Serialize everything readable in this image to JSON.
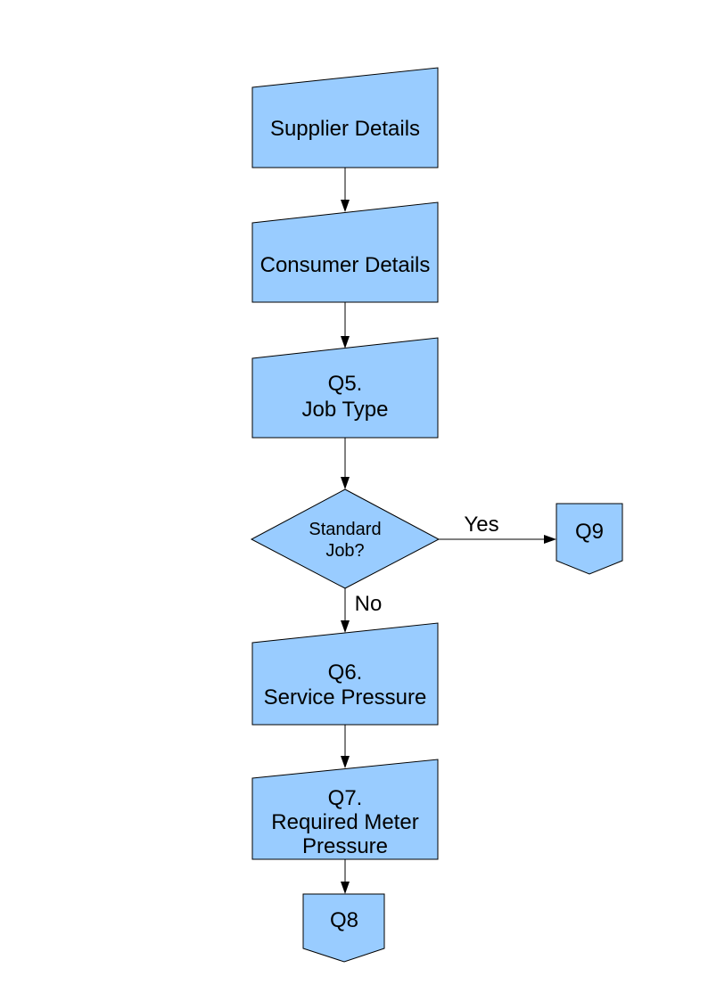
{
  "page": {
    "background_color": "#FFFFFF"
  },
  "flowchart": {
    "style": {
      "shape_fill": "#99CCFF",
      "shape_border": "#000000",
      "text_color": "#000000",
      "connector_color": "#000000"
    },
    "nodes": [
      {
        "id": "supplier-details",
        "type": "manual-input",
        "lines": [
          "Supplier Details"
        ]
      },
      {
        "id": "consumer-details",
        "type": "manual-input",
        "lines": [
          "Consumer Details"
        ]
      },
      {
        "id": "q5-job-type",
        "type": "manual-input",
        "lines": [
          "Q5.",
          "Job Type"
        ]
      },
      {
        "id": "standard-job-decision",
        "type": "decision",
        "lines": [
          "Standard",
          "Job?"
        ]
      },
      {
        "id": "q9-connector",
        "type": "off-page-connector",
        "lines": [
          "Q9"
        ]
      },
      {
        "id": "q6-service-pressure",
        "type": "manual-input",
        "lines": [
          "Q6.",
          "Service Pressure"
        ]
      },
      {
        "id": "q7-required-meter-pressure",
        "type": "manual-input",
        "lines": [
          "Q7.",
          "Required Meter",
          "Pressure"
        ]
      },
      {
        "id": "q8-connector",
        "type": "off-page-connector",
        "lines": [
          "Q8"
        ]
      }
    ],
    "edges": [
      {
        "from": "supplier-details",
        "to": "consumer-details",
        "label": ""
      },
      {
        "from": "consumer-details",
        "to": "q5-job-type",
        "label": ""
      },
      {
        "from": "q5-job-type",
        "to": "standard-job-decision",
        "label": ""
      },
      {
        "from": "standard-job-decision",
        "to": "q9-connector",
        "label": "Yes"
      },
      {
        "from": "standard-job-decision",
        "to": "q6-service-pressure",
        "label": "No"
      },
      {
        "from": "q6-service-pressure",
        "to": "q7-required-meter-pressure",
        "label": ""
      },
      {
        "from": "q7-required-meter-pressure",
        "to": "q8-connector",
        "label": ""
      }
    ]
  }
}
